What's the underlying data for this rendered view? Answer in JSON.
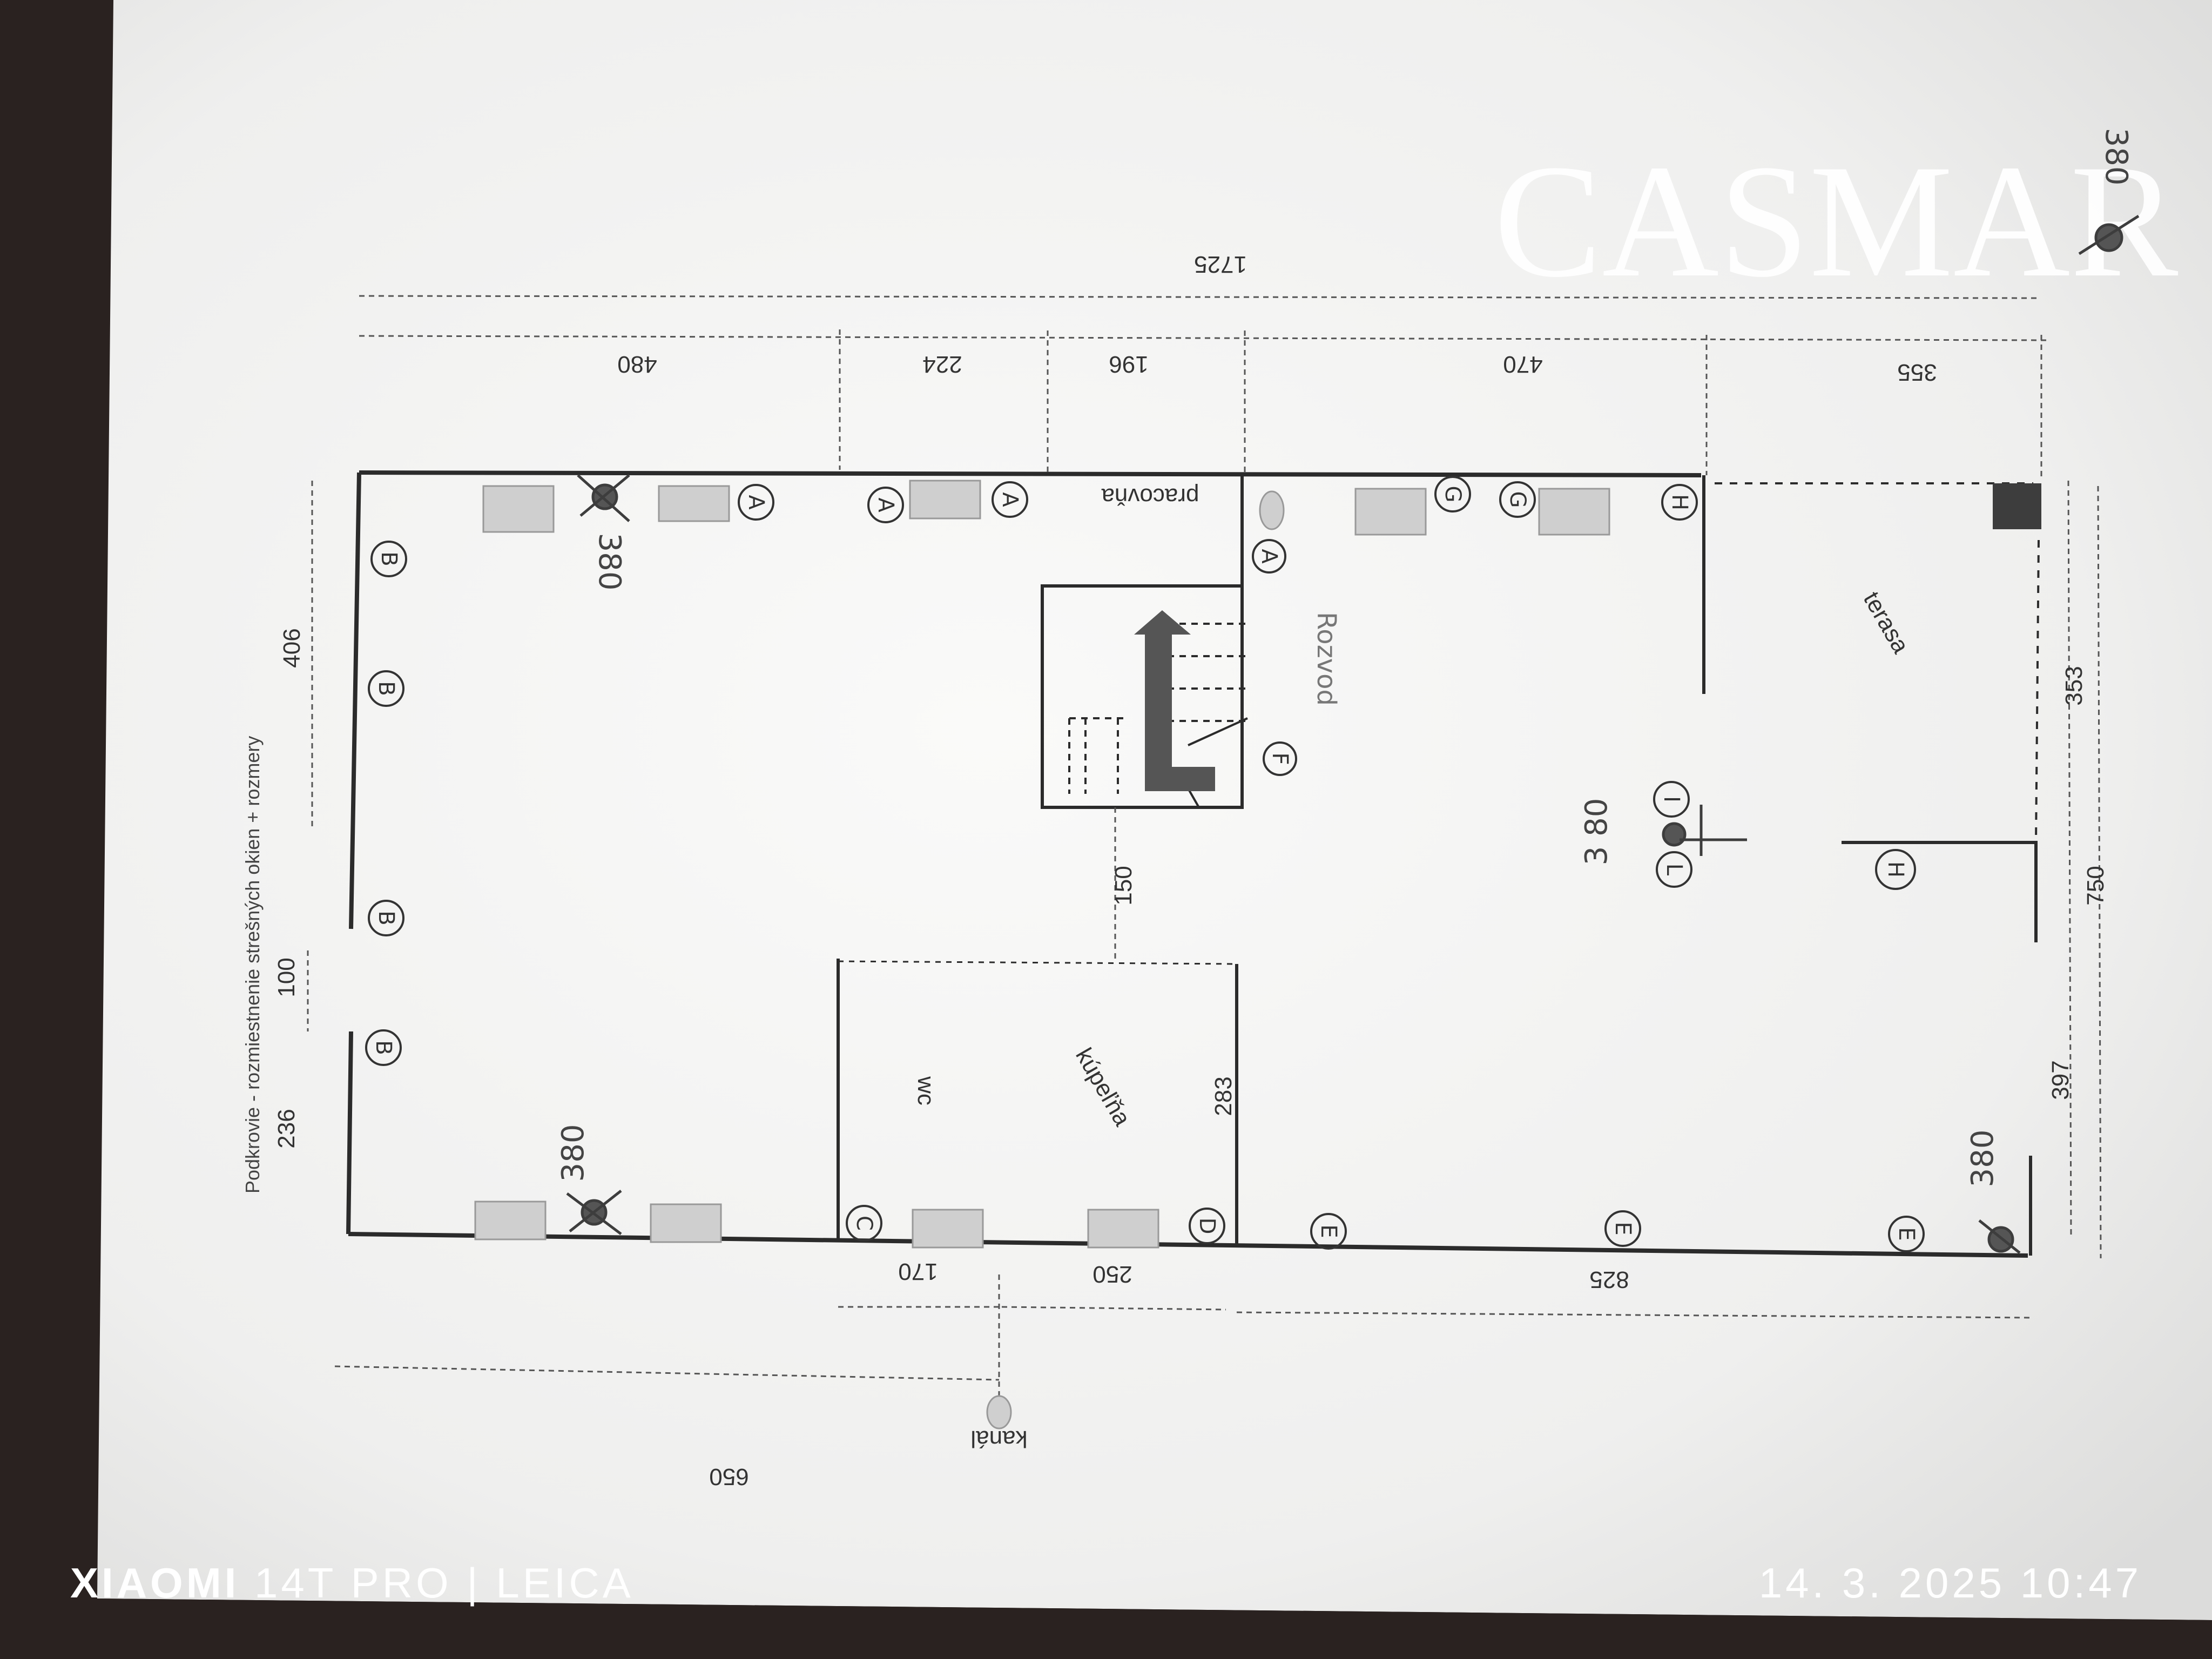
{
  "plan": {
    "title": "Podkrovie - rozmiestnenie strešných okien + rozmery",
    "dimensions": {
      "total_width": "1725",
      "seg_480": "480",
      "seg_224": "224",
      "seg_196": "196",
      "seg_470": "470",
      "seg_355": "355",
      "left_406": "406",
      "left_100": "100",
      "left_236": "236",
      "stair_gap": "150",
      "bath_283": "283",
      "bottom_170": "170",
      "bottom_250": "250",
      "bottom_825": "825",
      "bottom_650": "650",
      "right_353": "353",
      "right_397": "397",
      "right_750": "750"
    },
    "rooms": {
      "workroom": "pracovňa",
      "bathroom": "kúpeľňa",
      "wc": "wc",
      "terrace": "terasa",
      "distribution": "Rozvod",
      "channel": "kanál"
    },
    "markers": {
      "a": "A",
      "b": "B",
      "c": "C",
      "d": "D",
      "e": "E",
      "f": "F",
      "g": "G",
      "h": "H",
      "i": "I",
      "l": "L"
    },
    "socket_380": "380",
    "socket_380_alt": "3 80"
  },
  "watermark": "CASMAR",
  "camera": {
    "brand": "XIAOMI",
    "model": "14T PRO",
    "separator": "|",
    "lens": "LEICA",
    "timestamp": "14. 3. 2025 10:47"
  },
  "colors": {
    "paper": "#f4f4f2",
    "ink": "#2b2b2b",
    "window": "#cfcfcf",
    "floor": "#2a2220"
  }
}
